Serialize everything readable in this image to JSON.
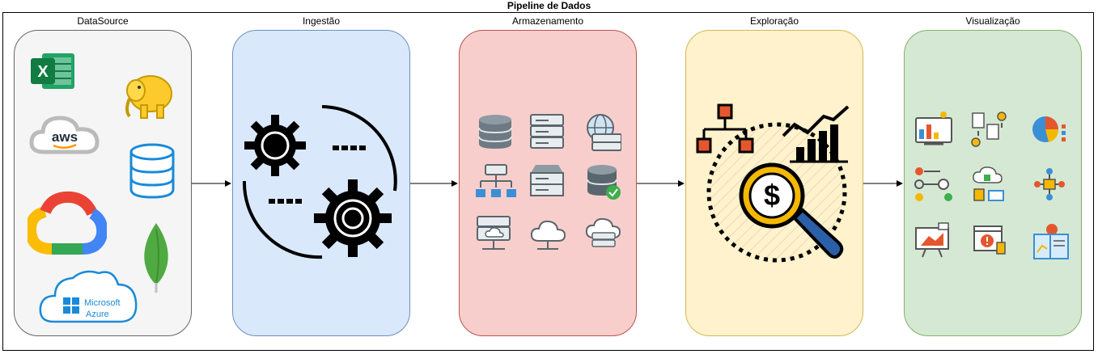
{
  "diagram": {
    "title": "Pipeline de Dados",
    "stages": [
      {
        "label": "DataSource",
        "color": "#f5f5f5"
      },
      {
        "label": "Ingestão",
        "color": "#dae8fc"
      },
      {
        "label": "Armazenamento",
        "color": "#f8cecc"
      },
      {
        "label": "Exploração",
        "color": "#fff2cc"
      },
      {
        "label": "Visualização",
        "color": "#d5e8d4"
      }
    ],
    "sources": {
      "aws_text": "aws",
      "azure_line1": "Microsoft",
      "azure_line2": "Azure",
      "excel_letter": "X"
    },
    "dollar_sign": "$"
  }
}
